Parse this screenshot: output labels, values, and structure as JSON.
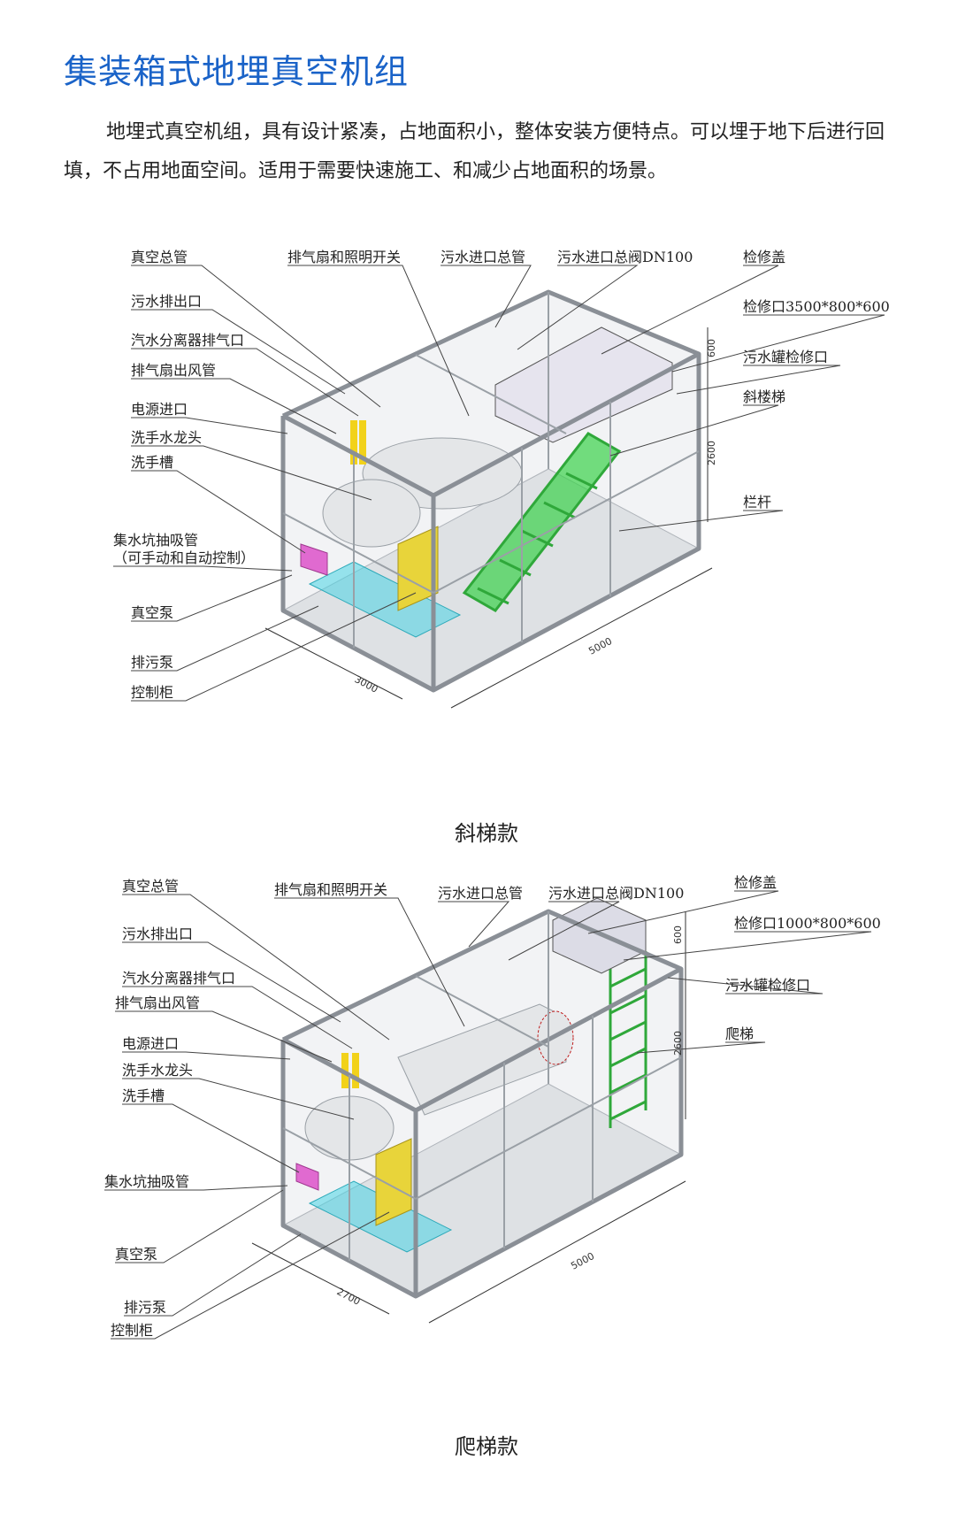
{
  "title": "集装箱式地埋真空机组",
  "intro": "地埋式真空机组，具有设计紧凑，占地面积小，整体安装方便特点。可以埋于地下后进行回填，不占用地面空间。适用于需要快速施工、和减少占地面积的场景。",
  "figure1": {
    "caption": "斜梯款",
    "labels_left": [
      "真空总管",
      "污水排出口",
      "汽水分离器排气口",
      "排气扇出风管",
      "电源进口",
      "洗手水龙头",
      "洗手槽",
      "集水坑抽吸管",
      "（可手动和自动控制）",
      "真空泵",
      "排污泵",
      "控制柜"
    ],
    "labels_top": [
      "排气扇和照明开关",
      "污水进口总管",
      "污水进口总阀DN100",
      "检修盖"
    ],
    "labels_right": [
      "检修口3500*800*600",
      "污水罐检修口",
      "斜楼梯",
      "栏杆"
    ],
    "dimensions": [
      "600",
      "2600",
      "5000",
      "3000"
    ]
  },
  "figure2": {
    "caption": "爬梯款",
    "labels_left": [
      "真空总管",
      "污水排出口",
      "汽水分离器排气口",
      "排气扇出风管",
      "电源进口",
      "洗手水龙头",
      "洗手槽",
      "集水坑抽吸管",
      "真空泵",
      "排污泵",
      "控制柜"
    ],
    "labels_top": [
      "排气扇和照明开关",
      "污水进口总管",
      "污水进口总阀DN100",
      "检修盖"
    ],
    "labels_right": [
      "检修口1000*800*600",
      "污水罐检修口",
      "爬梯"
    ],
    "dimensions": [
      "600",
      "2600",
      "5000",
      "2700"
    ]
  },
  "colors": {
    "title": "#1a63c8",
    "frame": "#8a8f96",
    "ladder": "#3bd24a",
    "pipe_yellow": "#f2d21a",
    "control_cabinet": "#e8d43a",
    "sink": "#e06ad0",
    "base_cyan": "#48d4e4",
    "tank": "#e4e6e8"
  }
}
